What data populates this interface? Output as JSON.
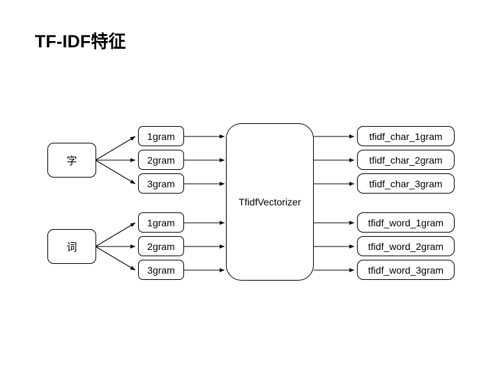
{
  "slide": {
    "title": "TF-IDF特征",
    "background_color": "#ffffff",
    "line_color": "#000000",
    "box_fill": "#ffffff"
  },
  "diagram": {
    "type": "flow-diagram",
    "inputs": [
      {
        "label": "字",
        "name": "input-char"
      },
      {
        "label": "词",
        "name": "input-word"
      }
    ],
    "ngrams_char": [
      {
        "label": "1gram"
      },
      {
        "label": "2gram"
      },
      {
        "label": "3gram"
      }
    ],
    "ngrams_word": [
      {
        "label": "1gram"
      },
      {
        "label": "2gram"
      },
      {
        "label": "3gram"
      }
    ],
    "processor": {
      "label": "TfidfVectorizer"
    },
    "outputs_char": [
      {
        "label": "tfidf_char_1gram"
      },
      {
        "label": "tfidf_char_2gram"
      },
      {
        "label": "tfidf_char_3gram"
      }
    ],
    "outputs_word": [
      {
        "label": "tfidf_word_1gram"
      },
      {
        "label": "tfidf_word_2gram"
      },
      {
        "label": "tfidf_word_3gram"
      }
    ]
  }
}
